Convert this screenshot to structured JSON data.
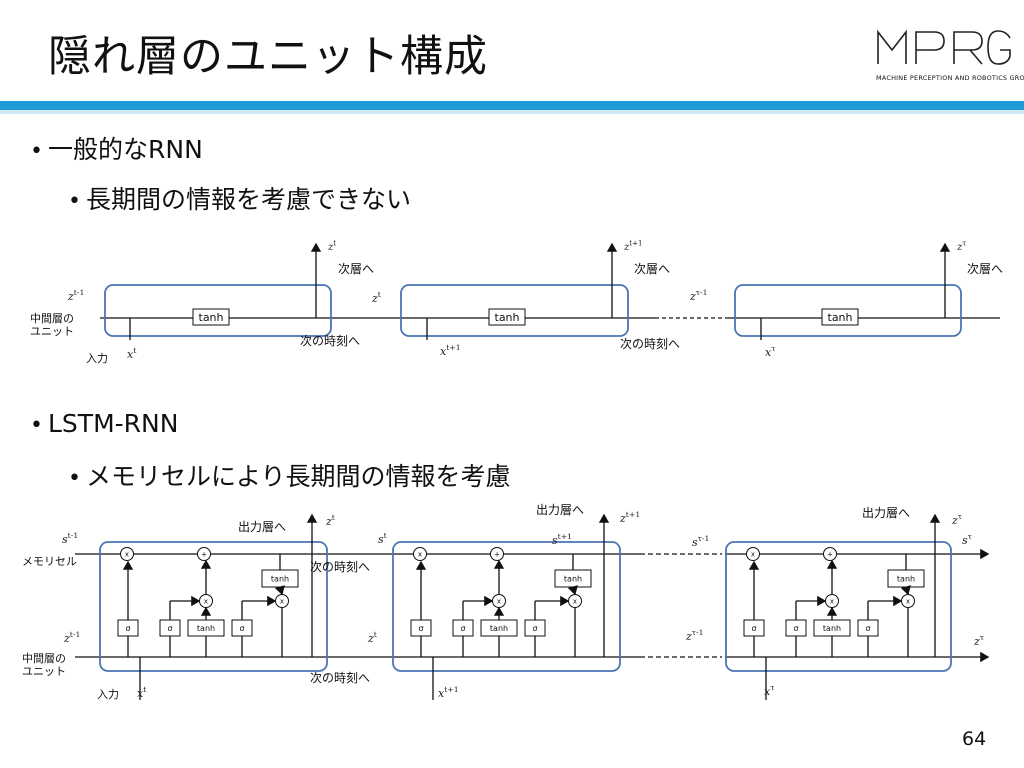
{
  "slide": {
    "title": "隠れ層のユニット構成",
    "page_number": "64",
    "logo_text": "MPRG",
    "logo_subtitle": "MACHINE PERCEPTION AND ROBOTICS GROUP",
    "accent_color": "#1e9bd7"
  },
  "bullets": [
    {
      "level": 1,
      "text": "一般的なRNN"
    },
    {
      "level": 2,
      "text": "長期間の情報を考慮できない"
    },
    {
      "level": 1,
      "text": "LSTM-RNN"
    },
    {
      "level": 2,
      "text": "メモリセルにより長期間の情報を考慮"
    }
  ],
  "rnn": {
    "hidden_unit": "中間層の\nユニット",
    "input": "入力",
    "next_layer": "次層へ",
    "next_time": "次の時刻へ",
    "activation": "tanh",
    "outputs": [
      "z^t",
      "z^{t+1}",
      "z^τ"
    ],
    "prev_states": [
      "z^{t-1}",
      "z^t",
      "z^{τ-1}"
    ],
    "inputs": [
      "x^t",
      "x^{t+1}",
      "x^τ"
    ]
  },
  "lstm": {
    "memory_cell": "メモリセル",
    "hidden_unit": "中間層の\nユニット",
    "input": "入力",
    "to_output": "出力層へ",
    "next_time": "次の時刻へ",
    "sigma": "σ",
    "tanh": "tanh",
    "times": "x",
    "plus": "+",
    "states": [
      "s^{t-1}",
      "s^t",
      "s^{t+1}",
      "s^{τ-1}",
      "s^τ"
    ],
    "hiddens": [
      "z^{t-1}",
      "z^t",
      "z^{τ-1}",
      "z^τ"
    ],
    "outputs": [
      "z^t",
      "z^{t+1}",
      "z^τ"
    ],
    "inputs": [
      "x^t",
      "x^{t+1}",
      "x^τ"
    ]
  }
}
